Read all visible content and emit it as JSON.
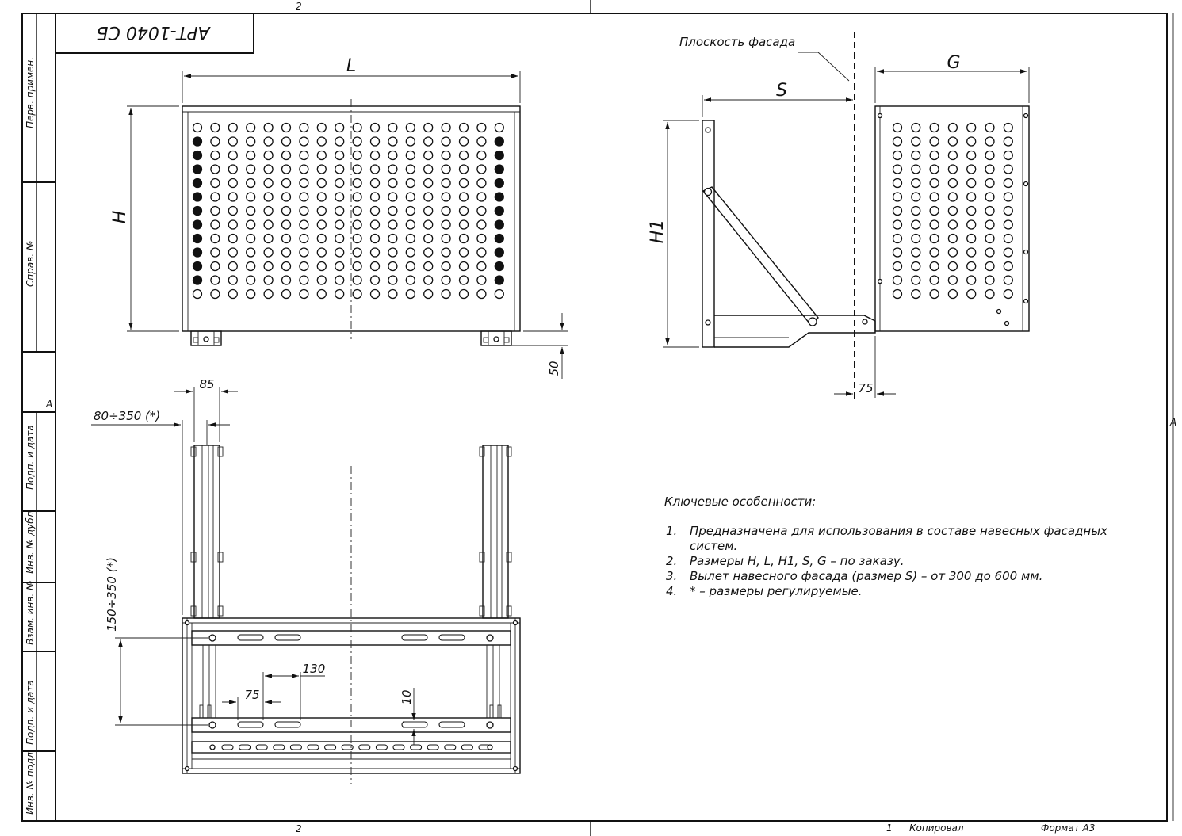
{
  "frame": {
    "zone_top": "2",
    "zone_bottom": "2",
    "zone_left": "A",
    "zone_right": "A",
    "sheet_no": "1",
    "copied": "Копировал",
    "format": "Формат А3"
  },
  "stamp": {
    "designation": "АРТ-1040 СБ",
    "side_labels": [
      "Перв. примен.",
      "Справ. №",
      "Подп. и дата",
      "Инв. № дубл.",
      "Взам. инв. №",
      "Подп. и дата",
      "Инв. № подл."
    ]
  },
  "front_view": {
    "dim_width": "L",
    "dim_height": "H",
    "dim_foot": "50",
    "hole_rows": 13,
    "hole_cols": 18
  },
  "side_view": {
    "facade_label": "Плоскость фасада",
    "dim_depth": "G",
    "dim_offset": "S",
    "dim_height": "H1",
    "dim_gap": "75",
    "hole_rows": 13,
    "hole_cols": 7
  },
  "top_view": {
    "dim_bracket": "85",
    "dim_adjust_h": "80÷350 (*)",
    "dim_adjust_v": "150÷350 (*)",
    "dim_slot_len": "130",
    "dim_slot_pitch": "75",
    "dim_slot_width": "10"
  },
  "notes": {
    "title": "Ключевые особенности:",
    "items": [
      {
        "num": "1.",
        "lines": [
          "Предназначена для использования в составе навесных фасадных",
          "систем."
        ]
      },
      {
        "num": "2.",
        "lines": [
          "Размеры H, L, H1, S, G – по заказу."
        ]
      },
      {
        "num": "3.",
        "lines": [
          "Вылет навесного фасада (размер S) – от 300 до 600 мм."
        ]
      },
      {
        "num": "4.",
        "lines": [
          "* – размеры регулируемые."
        ]
      }
    ]
  }
}
